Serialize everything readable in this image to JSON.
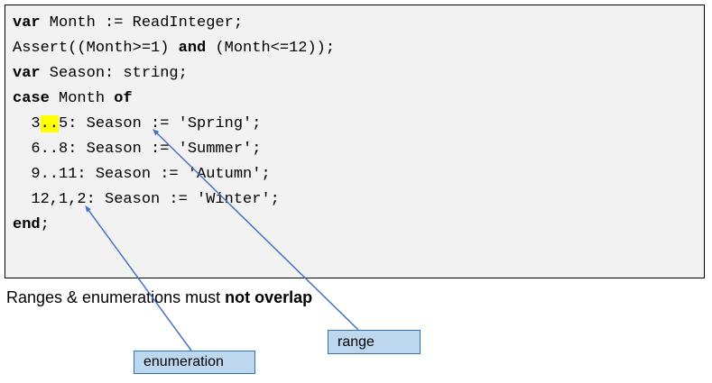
{
  "code_block": {
    "lines": [
      {
        "segments": [
          {
            "text": "var",
            "bold": true
          },
          {
            "text": " Month := ReadInteger;"
          }
        ]
      },
      {
        "segments": [
          {
            "text": "Assert((Month>=1) "
          },
          {
            "text": "and",
            "bold": true
          },
          {
            "text": " (Month<=12));"
          }
        ]
      },
      {
        "segments": [
          {
            "text": "var",
            "bold": true
          },
          {
            "text": " Season: string;"
          }
        ]
      },
      {
        "segments": [
          {
            "text": "case",
            "bold": true
          },
          {
            "text": " Month "
          },
          {
            "text": "of",
            "bold": true
          }
        ]
      },
      {
        "segments": [
          {
            "text": "  3"
          },
          {
            "text": "..",
            "highlight": true
          },
          {
            "text": "5: Season := 'Spring';"
          }
        ]
      },
      {
        "segments": [
          {
            "text": "  6..8: Season := 'Summer';"
          }
        ]
      },
      {
        "segments": [
          {
            "text": "  9..11: Season := 'Autumn';"
          }
        ]
      },
      {
        "segments": [
          {
            "text": "  12,1,2: Season := 'Winter';"
          }
        ]
      },
      {
        "segments": [
          {
            "text": "end",
            "bold": true
          },
          {
            "text": ";"
          }
        ]
      }
    ]
  },
  "caption": {
    "segments": [
      {
        "text": "Ranges & enumerations must "
      },
      {
        "text": "not overlap",
        "bold": true
      }
    ]
  },
  "labels": {
    "range": "range",
    "enumeration": "enumeration"
  },
  "colors": {
    "highlight": "#ffff00",
    "arrow": "#4472c4",
    "label_fill": "#bdd7ee",
    "label_border": "#2e74b5",
    "code_bg": "#f2f2f2",
    "code_border": "#000000"
  }
}
